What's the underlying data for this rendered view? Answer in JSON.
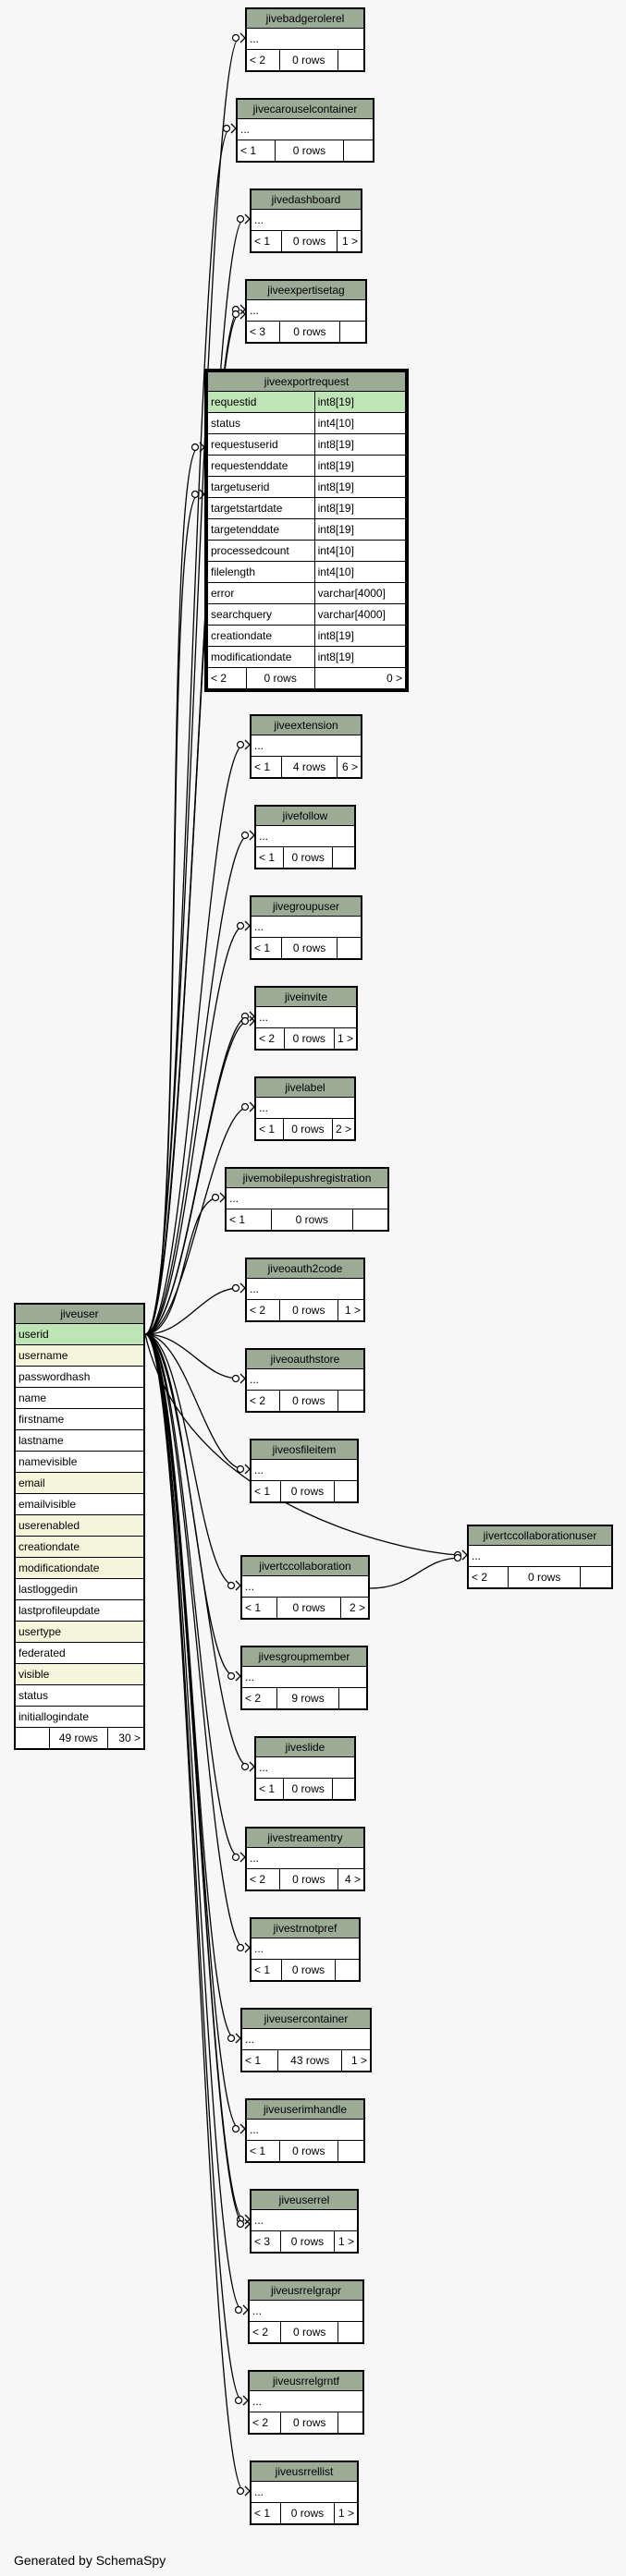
{
  "footer": "Generated by SchemaSpy",
  "main_table": {
    "name": "jiveuser",
    "columns": [
      {
        "name": "userid",
        "type": "pk"
      },
      {
        "name": "username",
        "type": "idx"
      },
      {
        "name": "passwordhash",
        "type": ""
      },
      {
        "name": "name",
        "type": ""
      },
      {
        "name": "firstname",
        "type": ""
      },
      {
        "name": "lastname",
        "type": ""
      },
      {
        "name": "namevisible",
        "type": ""
      },
      {
        "name": "email",
        "type": "idx"
      },
      {
        "name": "emailvisible",
        "type": ""
      },
      {
        "name": "userenabled",
        "type": "idx"
      },
      {
        "name": "creationdate",
        "type": "idx"
      },
      {
        "name": "modificationdate",
        "type": "idx"
      },
      {
        "name": "lastloggedin",
        "type": ""
      },
      {
        "name": "lastprofileupdate",
        "type": ""
      },
      {
        "name": "usertype",
        "type": "idx"
      },
      {
        "name": "federated",
        "type": ""
      },
      {
        "name": "visible",
        "type": "idx"
      },
      {
        "name": "status",
        "type": ""
      },
      {
        "name": "initiallogindate",
        "type": ""
      }
    ],
    "footer": {
      "parents": "",
      "rows": "49 rows",
      "children": "30 >"
    }
  },
  "focus_table": {
    "name": "jiveexportrequest",
    "columns": [
      {
        "name": "requestid",
        "dtype": "int8[19]",
        "type": "pk"
      },
      {
        "name": "status",
        "dtype": "int4[10]",
        "type": ""
      },
      {
        "name": "requestuserid",
        "dtype": "int8[19]",
        "type": ""
      },
      {
        "name": "requestenddate",
        "dtype": "int8[19]",
        "type": ""
      },
      {
        "name": "targetuserid",
        "dtype": "int8[19]",
        "type": ""
      },
      {
        "name": "targetstartdate",
        "dtype": "int8[19]",
        "type": ""
      },
      {
        "name": "targetenddate",
        "dtype": "int8[19]",
        "type": ""
      },
      {
        "name": "processedcount",
        "dtype": "int4[10]",
        "type": ""
      },
      {
        "name": "filelength",
        "dtype": "int4[10]",
        "type": ""
      },
      {
        "name": "error",
        "dtype": "varchar[4000]",
        "type": ""
      },
      {
        "name": "searchquery",
        "dtype": "varchar[4000]",
        "type": ""
      },
      {
        "name": "creationdate",
        "dtype": "int8[19]",
        "type": ""
      },
      {
        "name": "modificationdate",
        "dtype": "int8[19]",
        "type": ""
      }
    ],
    "footer": {
      "parents": "< 2",
      "rows": "0 rows",
      "children": "0 >"
    }
  },
  "child_tables": [
    {
      "name": "jivebadgerolerel",
      "ellipsis": "...",
      "parents": "< 2",
      "rows": "0 rows",
      "children": ""
    },
    {
      "name": "jivecarouselcontainer",
      "ellipsis": "...",
      "parents": "< 1",
      "rows": "0 rows",
      "children": ""
    },
    {
      "name": "jivedashboard",
      "ellipsis": "...",
      "parents": "< 1",
      "rows": "0 rows",
      "children": "1 >"
    },
    {
      "name": "jiveexpertisetag",
      "ellipsis": "...",
      "parents": "< 3",
      "rows": "0 rows",
      "children": ""
    },
    {
      "name": "jiveextension",
      "ellipsis": "...",
      "parents": "< 1",
      "rows": "4 rows",
      "children": "6 >"
    },
    {
      "name": "jivefollow",
      "ellipsis": "...",
      "parents": "< 1",
      "rows": "0 rows",
      "children": ""
    },
    {
      "name": "jivegroupuser",
      "ellipsis": "...",
      "parents": "< 1",
      "rows": "0 rows",
      "children": ""
    },
    {
      "name": "jiveinvite",
      "ellipsis": "...",
      "parents": "< 2",
      "rows": "0 rows",
      "children": "1 >"
    },
    {
      "name": "jivelabel",
      "ellipsis": "...",
      "parents": "< 1",
      "rows": "0 rows",
      "children": "2 >"
    },
    {
      "name": "jivemobilepushregistration",
      "ellipsis": "...",
      "parents": "< 1",
      "rows": "0 rows",
      "children": ""
    },
    {
      "name": "jiveoauth2code",
      "ellipsis": "...",
      "parents": "< 2",
      "rows": "0 rows",
      "children": "1 >"
    },
    {
      "name": "jiveoauthstore",
      "ellipsis": "...",
      "parents": "< 2",
      "rows": "0 rows",
      "children": ""
    },
    {
      "name": "jiveosfileitem",
      "ellipsis": "...",
      "parents": "< 1",
      "rows": "0 rows",
      "children": ""
    },
    {
      "name": "jivertccollaboration",
      "ellipsis": "...",
      "parents": "< 1",
      "rows": "0 rows",
      "children": "2 >"
    },
    {
      "name": "jivesgroupmember",
      "ellipsis": "...",
      "parents": "< 2",
      "rows": "9 rows",
      "children": ""
    },
    {
      "name": "jiveslide",
      "ellipsis": "...",
      "parents": "< 1",
      "rows": "0 rows",
      "children": ""
    },
    {
      "name": "jivestreamentry",
      "ellipsis": "...",
      "parents": "< 2",
      "rows": "0 rows",
      "children": "4 >"
    },
    {
      "name": "jivestrnotpref",
      "ellipsis": "...",
      "parents": "< 1",
      "rows": "0 rows",
      "children": ""
    },
    {
      "name": "jiveusercontainer",
      "ellipsis": "...",
      "parents": "< 1",
      "rows": "43 rows",
      "children": "1 >"
    },
    {
      "name": "jiveuserimhandle",
      "ellipsis": "...",
      "parents": "< 1",
      "rows": "0 rows",
      "children": ""
    },
    {
      "name": "jiveuserrel",
      "ellipsis": "...",
      "parents": "< 3",
      "rows": "0 rows",
      "children": "1 >"
    },
    {
      "name": "jiveusrrelgrapr",
      "ellipsis": "...",
      "parents": "< 2",
      "rows": "0 rows",
      "children": ""
    },
    {
      "name": "jiveusrrelgrntf",
      "ellipsis": "...",
      "parents": "< 2",
      "rows": "0 rows",
      "children": ""
    },
    {
      "name": "jiveusrrellist",
      "ellipsis": "...",
      "parents": "< 1",
      "rows": "0 rows",
      "children": "1 >"
    }
  ],
  "side_table": {
    "name": "jivertccollaborationuser",
    "ellipsis": "...",
    "parents": "< 2",
    "rows": "0 rows",
    "children": ""
  }
}
